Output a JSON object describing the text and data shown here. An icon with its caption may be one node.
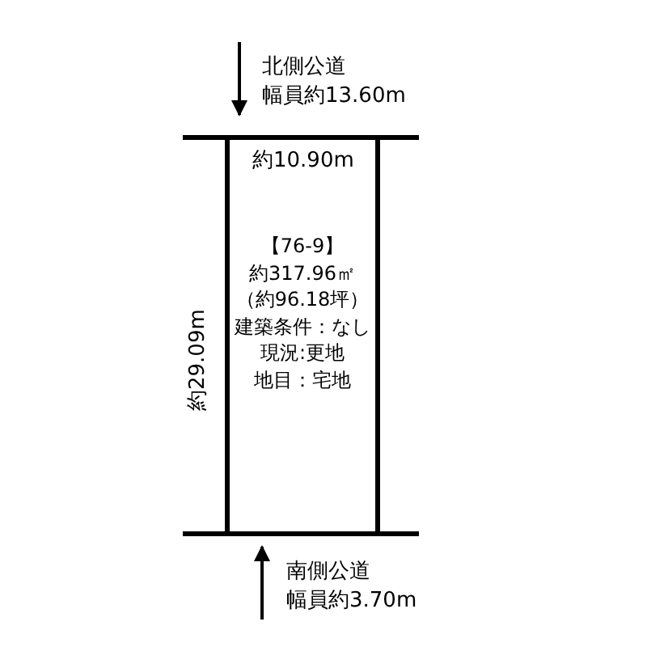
{
  "diagram": {
    "nodes": [
      {
        "text": [
          "【76-9】",
          "約317.96㎡",
          "（約96.18坪）",
          "建築条件：なし",
          "現況:更地",
          "地目：宅地"
        ]
      }
    ],
    "labels": [
      "北側公道",
      "幅員約13.60m",
      "約10.90m",
      "約29.09m",
      "南側公道",
      "幅員約3.70m"
    ]
  }
}
